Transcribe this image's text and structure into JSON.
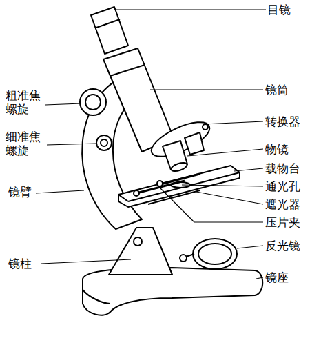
{
  "diagram": {
    "labels": [
      "目镜",
      "镜筒",
      "转换器",
      "物镜",
      "载物台",
      "通光孔",
      "遮光器",
      "压片夹",
      "反光镜",
      "镜座",
      "粗准焦 螺旋",
      "细准焦 螺旋",
      "镜臂",
      "镜柱"
    ]
  }
}
